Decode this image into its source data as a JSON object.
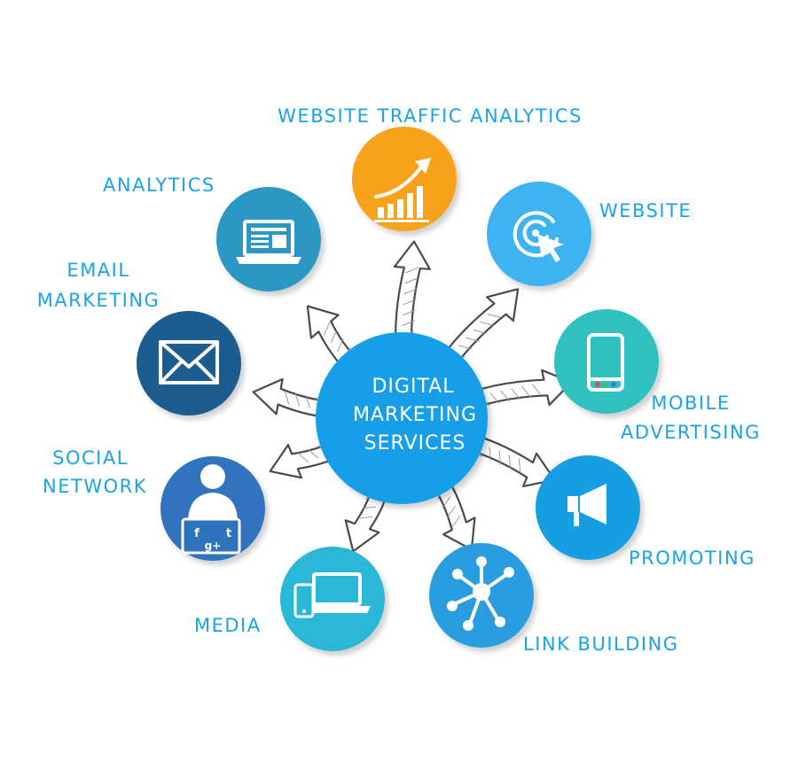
{
  "hub": {
    "lines": [
      "DIGITAL",
      "MARKETING",
      "SERVICES"
    ],
    "color": "#129fe8"
  },
  "nodes": [
    {
      "key": "traffic",
      "label_lines": [
        "WEBSITE TRAFFIC ANALYTICS"
      ],
      "color": "#f8a21a",
      "icon": "growth-chart-icon"
    },
    {
      "key": "website",
      "label_lines": [
        "WEBSITE"
      ],
      "color": "#3cb4f1",
      "icon": "target-cursor-icon"
    },
    {
      "key": "mobile",
      "label_lines": [
        "MOBILE",
        "ADVERTISING"
      ],
      "color": "#2fc1bf",
      "icon": "smartphone-icon"
    },
    {
      "key": "promoting",
      "label_lines": [
        "PROMOTING"
      ],
      "color": "#159ee4",
      "icon": "megaphone-icon"
    },
    {
      "key": "link",
      "label_lines": [
        "LINK BUILDING"
      ],
      "color": "#2a9de0",
      "icon": "network-nodes-icon"
    },
    {
      "key": "media",
      "label_lines": [
        "MEDIA"
      ],
      "color": "#2ab7d8",
      "icon": "devices-icon"
    },
    {
      "key": "social",
      "label_lines": [
        "SOCIAL",
        "NETWORK"
      ],
      "color": "#3073bd",
      "icon": "social-user-icon"
    },
    {
      "key": "email",
      "label_lines": [
        "EMAIL",
        "MARKETING"
      ],
      "color": "#1d5c8f",
      "icon": "envelope-icon"
    },
    {
      "key": "analytics",
      "label_lines": [
        "ANALYTICS"
      ],
      "color": "#2b97c4",
      "icon": "laptop-report-icon"
    }
  ],
  "label_color": "#1aa3e8",
  "social_icons": [
    "f",
    "t",
    "g+"
  ]
}
